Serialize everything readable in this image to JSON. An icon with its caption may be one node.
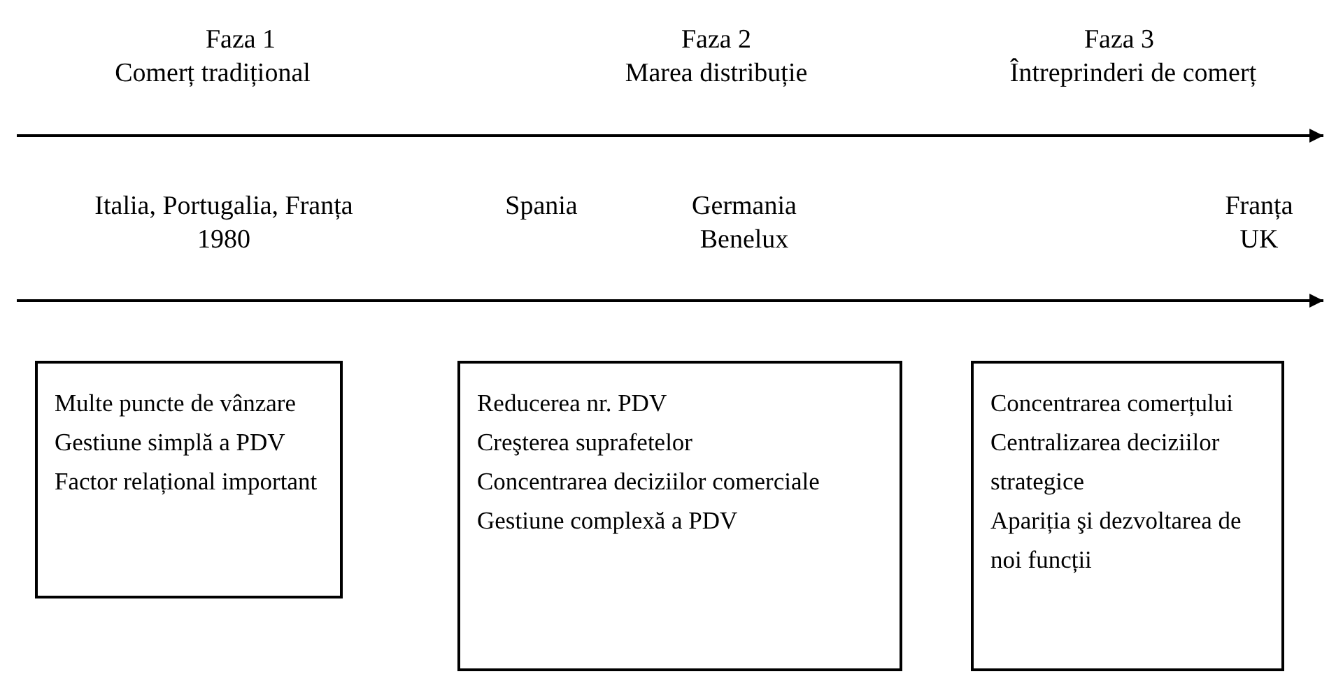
{
  "diagram": {
    "nodes": [
      {
        "text": [
          "Multe puncte de vânzare",
          "Gestiune simplă a PDV",
          "Factor relațional important"
        ]
      },
      {
        "text": [
          "Reducerea nr. PDV",
          "Creşterea suprafetelor",
          "Concentrarea deciziilor comerciale",
          "Gestiune complexă a PDV"
        ]
      },
      {
        "text": [
          "Concentrarea comerțului",
          "Centralizarea deciziilor strategice",
          "Apariția şi dezvoltarea de noi funcții"
        ]
      }
    ],
    "labels": [
      "Faza 1",
      "Comerț tradițional",
      "Faza 2",
      "Marea distribuție",
      "Faza 3",
      "Întreprinderi de comerț",
      "Italia, Portugalia, Franța",
      "1980",
      "Spania",
      "Germania",
      "Benelux",
      "Franța",
      "UK"
    ]
  }
}
